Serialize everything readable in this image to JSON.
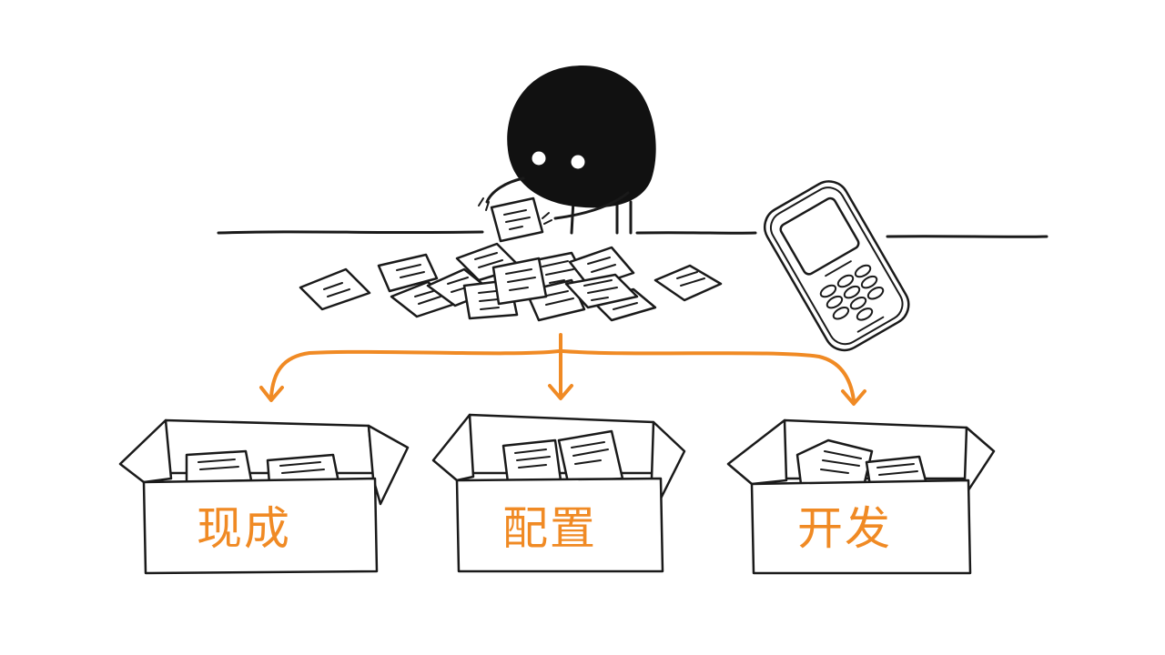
{
  "colors": {
    "ink": "#1a1a1a",
    "accent": "#f08a24",
    "background": "#ffffff"
  },
  "boxes": [
    {
      "label": "现成"
    },
    {
      "label": "配置"
    },
    {
      "label": "开发"
    }
  ],
  "icons": {
    "character": "blob-character-icon",
    "phone": "mobile-phone-icon",
    "papers": "paper-slip-icon",
    "boxes": "open-cardboard-box-icon",
    "arrows": "branching-arrow-icon"
  }
}
